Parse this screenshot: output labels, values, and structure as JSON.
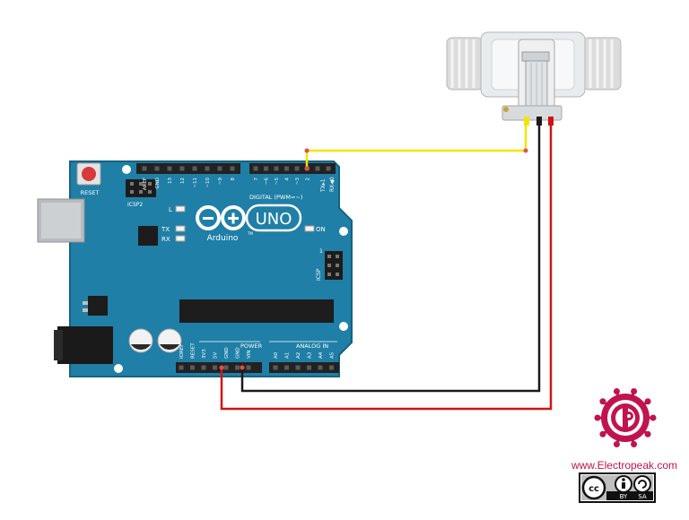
{
  "board": {
    "brand": "Arduino",
    "trademark": "TM",
    "model": "UNO",
    "reset_label": "RESET",
    "icsp2_label": "ICSP2",
    "icsp_label": "ICSP",
    "icsp_pin1": "1",
    "digital_label": "DIGITAL (PWM=~)",
    "tx_label": "TX",
    "rx_label": "RX",
    "led_l_label": "L",
    "on_label": "ON",
    "tx_pin_label": "TX▸1",
    "rx_pin_label": "RX◀0",
    "power_label": "POWER",
    "analog_label": "ANALOG IN",
    "top_left_pins": [
      "AREF",
      "GND",
      "13",
      "12",
      "~11",
      "~10",
      "~9",
      "8"
    ],
    "top_right_pins": [
      "7",
      "~6",
      "~5",
      "4",
      "~3",
      "2"
    ],
    "power_pins": [
      "IOREF",
      "RESET",
      "3V3",
      "5V",
      "GND",
      "GND",
      "VIN"
    ],
    "analog_pins": [
      "A0",
      "A1",
      "A2",
      "A3",
      "A4",
      "A5"
    ]
  },
  "wires": [
    {
      "name": "signal",
      "color": "#f2e600",
      "from": "flow-sensor-signal",
      "to": "pin-2"
    },
    {
      "name": "ground",
      "color": "#1a1a1a",
      "from": "flow-sensor-gnd",
      "to": "pin-gnd"
    },
    {
      "name": "power",
      "color": "#d01414",
      "from": "flow-sensor-vcc",
      "to": "pin-5v"
    }
  ],
  "colors": {
    "board": "#1f7fa6",
    "board_edge": "#16627f",
    "brand_magenta": "#c0144f",
    "header": "#222222"
  },
  "branding": {
    "url": "www.Electropeak.com",
    "license_cc": "cc",
    "license_by": "BY",
    "license_sa": "SA"
  }
}
